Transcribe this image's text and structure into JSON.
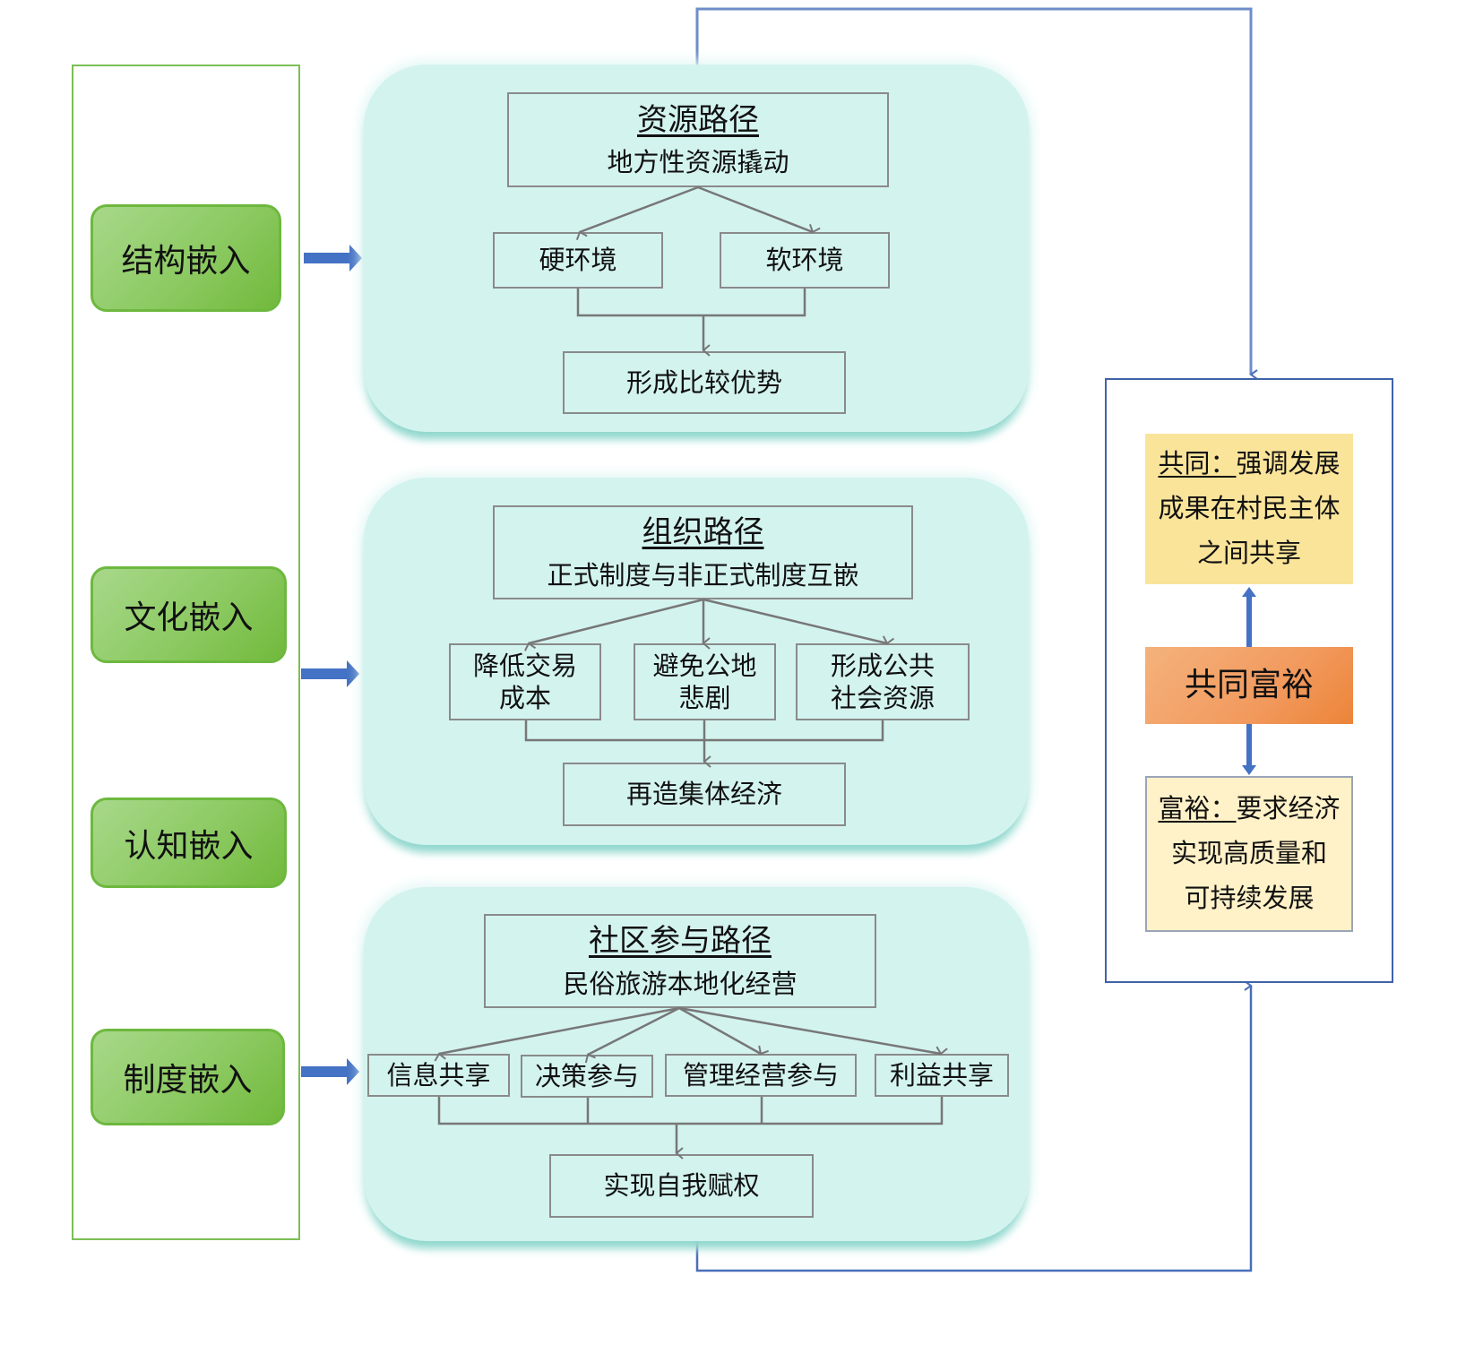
{
  "embedding": {
    "items": [
      {
        "label": "结构嵌入"
      },
      {
        "label": "文化嵌入"
      },
      {
        "label": "认知嵌入"
      },
      {
        "label": "制度嵌入"
      }
    ]
  },
  "paths": {
    "resource": {
      "title": "资源路径",
      "subtitle": "地方性资源撬动",
      "children": [
        "硬环境",
        "软环境"
      ],
      "outcome": "形成比较优势"
    },
    "organization": {
      "title": "组织路径",
      "subtitle": "正式制度与非正式制度互嵌",
      "children": [
        {
          "line1": "降低交易",
          "line2": "成本"
        },
        {
          "line1": "避免公地",
          "line2": "悲剧"
        },
        {
          "line1": "形成公共",
          "line2": "社会资源"
        }
      ],
      "outcome": "再造集体经济"
    },
    "community": {
      "title": "社区参与路径",
      "subtitle": "民俗旅游本地化经营",
      "children": [
        "信息共享",
        "决策参与",
        "管理经营参与",
        "利益共享"
      ],
      "outcome": "实现自我赋权"
    }
  },
  "result": {
    "gong": {
      "prefix": "共同：",
      "line1": "强调发展",
      "line2": "成果在村民主体",
      "line3": "之间共享"
    },
    "center": "共同富裕",
    "fu": {
      "prefix": "富裕：",
      "line1": "要求经济",
      "line2": "实现高质量和",
      "line3": "可持续发展"
    }
  },
  "colors": {
    "embed_green": "#8cca62",
    "panel_teal": "#d3f3ef",
    "arrow_blue": "#4472c4",
    "gong_yellow": "#fae49a",
    "center_orange": "#f29a5e",
    "fu_cream": "#fff1c8"
  }
}
